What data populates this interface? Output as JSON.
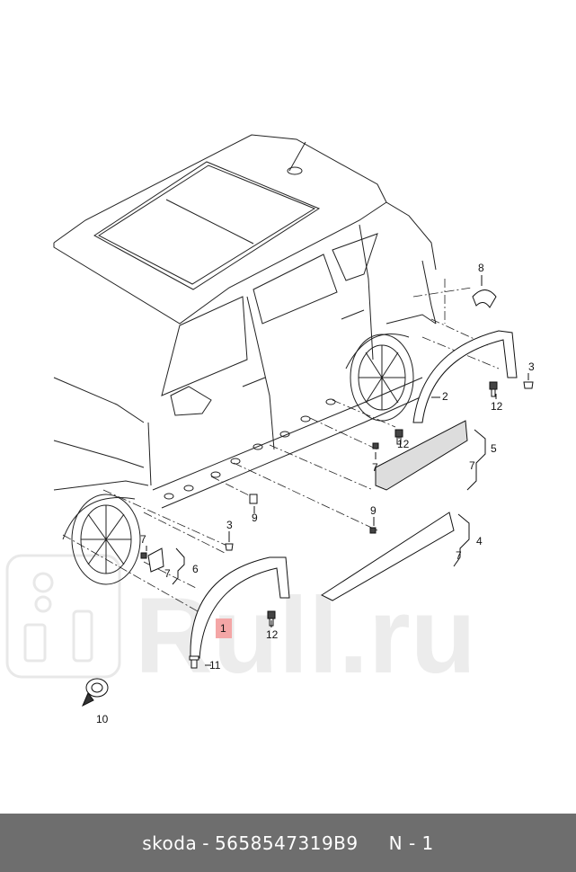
{
  "watermark": {
    "text": "Rull.ru"
  },
  "callouts": {
    "c1": "1",
    "c2": "2",
    "c3a": "3",
    "c3b": "3",
    "c4": "4",
    "c5": "5",
    "c6": "6",
    "c7a": "7",
    "c7b": "7",
    "c7c": "7",
    "c7d": "7",
    "c7e": "7",
    "c8": "8",
    "c9a": "9",
    "c9b": "9",
    "c10": "10",
    "c11": "11",
    "c12a": "12",
    "c12b": "12",
    "c12c": "12"
  },
  "highlight_color": "#f4a6a6",
  "footer": {
    "brand": "skoda",
    "dash": "-",
    "part_number": "5658547319B9",
    "page": "N - 1"
  }
}
